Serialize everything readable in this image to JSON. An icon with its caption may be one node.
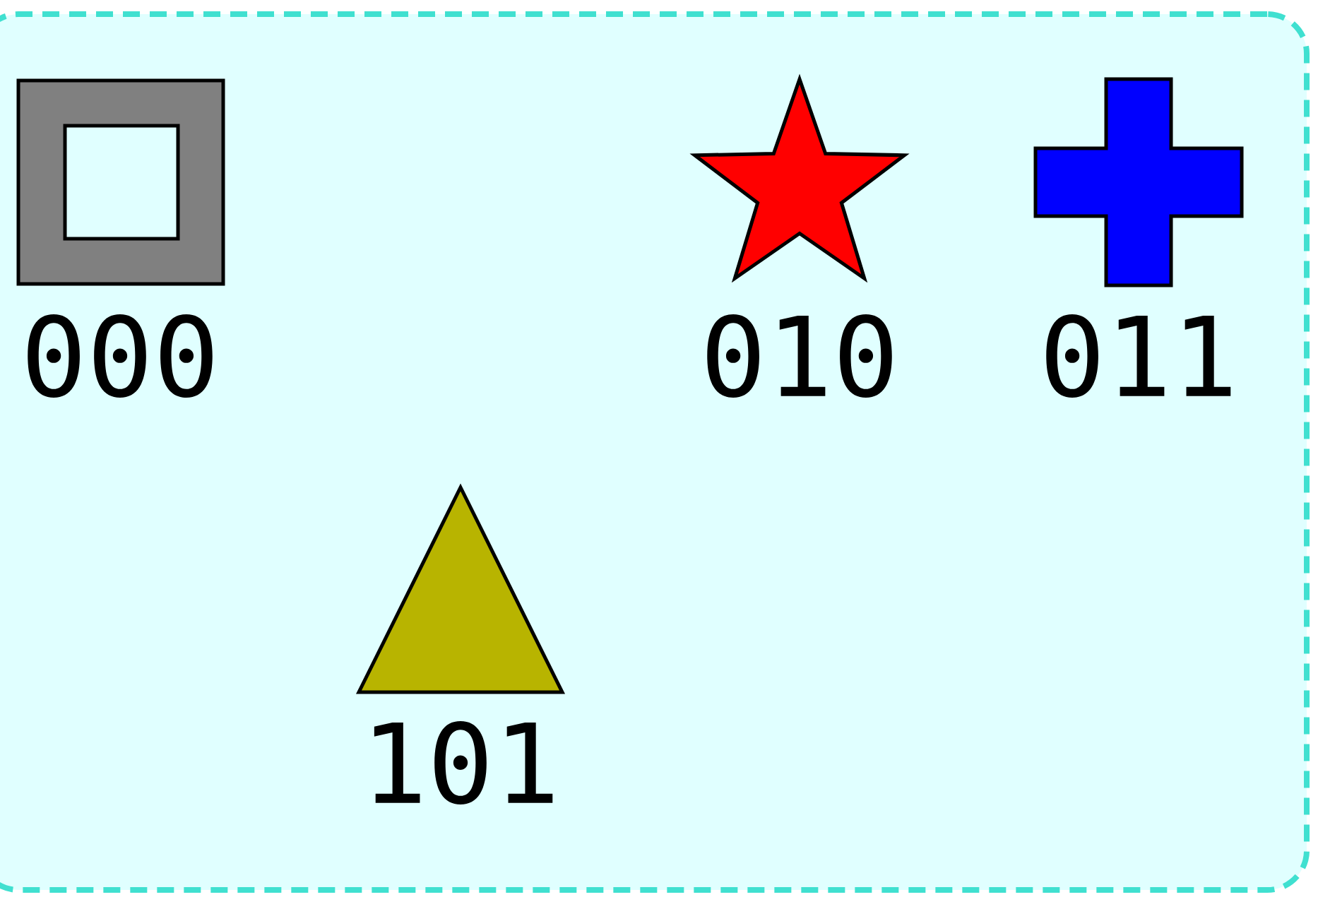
{
  "diagram": {
    "nodes": [
      {
        "text": [],
        "shape": "box"
      },
      {
        "text": [
          "000"
        ],
        "in": 0
      },
      {
        "text": [
          "010"
        ],
        "in": 0
      },
      {
        "text": [
          "011"
        ],
        "in": 0
      },
      {
        "text": [
          "101"
        ],
        "in": 0
      }
    ]
  }
}
